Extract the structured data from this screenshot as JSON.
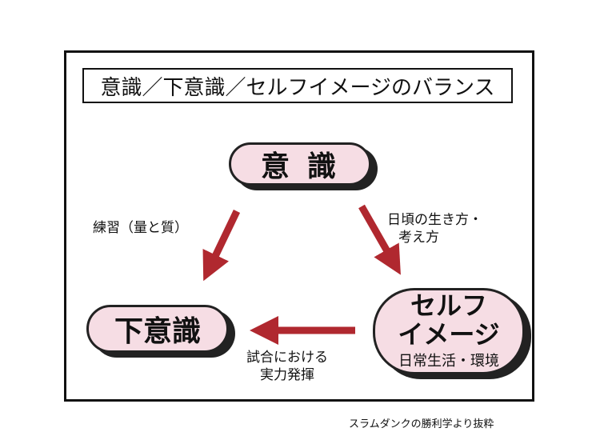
{
  "title": "意識／下意識／セルフイメージのバランス",
  "nodes": {
    "top": "意識",
    "left": "下意識",
    "right_line1": "セルフ",
    "right_line2": "イメージ",
    "right_line3": "日常生活・環境"
  },
  "edges": {
    "top_to_left": "練習（量と質）",
    "top_to_right_line1": "日頃の生き方・",
    "top_to_right_line2": "考え方",
    "right_to_left_line1": "試合における",
    "right_to_left_line2": "実力発揮"
  },
  "colors": {
    "node_fill": "#f6dde4",
    "arrow": "#b0282f"
  },
  "credit": "スラムダンクの勝利学より抜粋"
}
